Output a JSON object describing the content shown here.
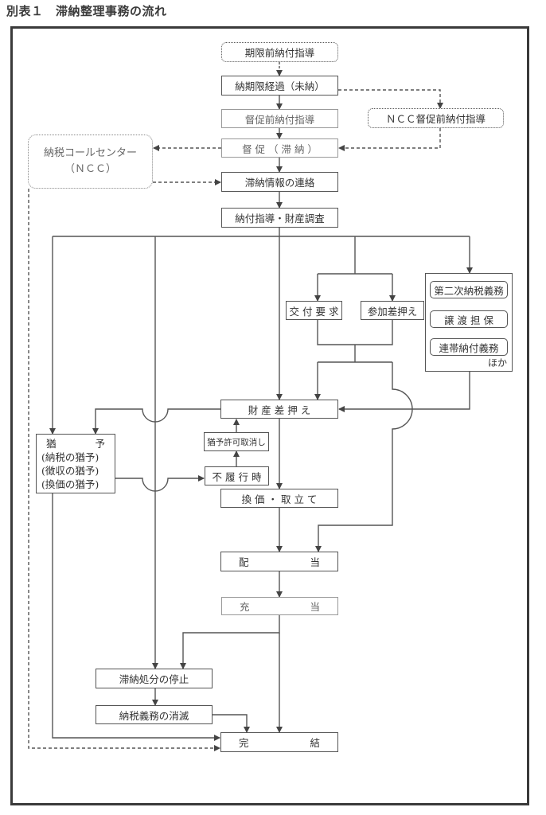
{
  "title": "別表１　滞納整理事務の流れ",
  "nodes": {
    "pre_deadline_guidance": "期限前納付指導",
    "deadline_passed": "納期限経過（未納）",
    "pre_reminder_guidance": "督促前納付指導",
    "ncc_pre_reminder_guidance": "ＮＣＣ督促前納付指導",
    "reminder": "督 促 （ 滞 納 ）",
    "ncc_line1": "納税コールセンター",
    "ncc_line2": "（ＮＣＣ）",
    "delinquency_info": "滞納情報の連絡",
    "payment_guidance_investigation": "納付指導・財産調査",
    "delivery_request": "交 付 要 求",
    "participation_seizure": "参加差押え",
    "secondary_liability": "第二次納税義務",
    "transfer_security": "譲 渡 担 保",
    "joint_liability": "連帯納付義務",
    "others": "ほか",
    "property_seizure": "財 産 差 押 え",
    "grace_head_left": "猶",
    "grace_head_right": "予",
    "grace_line1": "(納税の猶予)",
    "grace_line2": "(徴収の猶予)",
    "grace_line3": "(換価の猶予)",
    "grace_revocation": "猶予許可取消し",
    "default": "不 履 行 時",
    "liquidation": "換 価 ・ 取 立 て",
    "distribution_left": "配",
    "distribution_right": "当",
    "appropriation_left": "充",
    "appropriation_right": "当",
    "suspension": "滞納処分の停止",
    "extinction": "納税義務の消滅",
    "completion_left": "完",
    "completion_right": "結"
  },
  "colors": {
    "line": "#555555",
    "frame": "#3a3a3a",
    "light_border": "#999999"
  }
}
